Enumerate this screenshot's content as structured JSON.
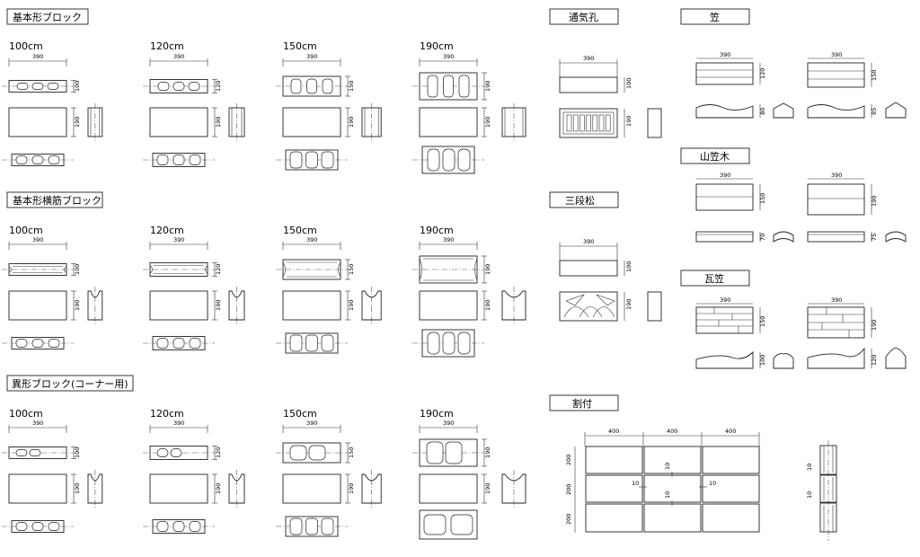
{
  "titles": {
    "basic": "基本形ブロック",
    "horizontal": "基本形横筋ブロック",
    "corner": "異形ブロック(コーナー用)",
    "vent": "通気孔",
    "cap": "笠",
    "mountain_cap": "山笠木",
    "tile_cap": "瓦笠",
    "sandanmatsu": "三段松",
    "layout": "割付"
  },
  "block_sizes": [
    "100cm",
    "120cm",
    "150cm",
    "190cm"
  ],
  "dims": {
    "length": "390",
    "height": "190",
    "thickness": [
      "100",
      "120",
      "150",
      "190"
    ],
    "cap_a_thickness": "120",
    "cap_b_thickness": "150",
    "cap_a_profile": "80",
    "cap_b_profile": "85",
    "mountain_a_thickness": "150",
    "mountain_b_thickness": "190",
    "mountain_a_profile": "70",
    "mountain_b_profile": "75",
    "tile_a_thickness": "150",
    "tile_b_thickness": "190",
    "tile_a_profile": "100",
    "tile_b_profile": "120",
    "layout_width": "400",
    "layout_height": "200",
    "joint": "10"
  }
}
